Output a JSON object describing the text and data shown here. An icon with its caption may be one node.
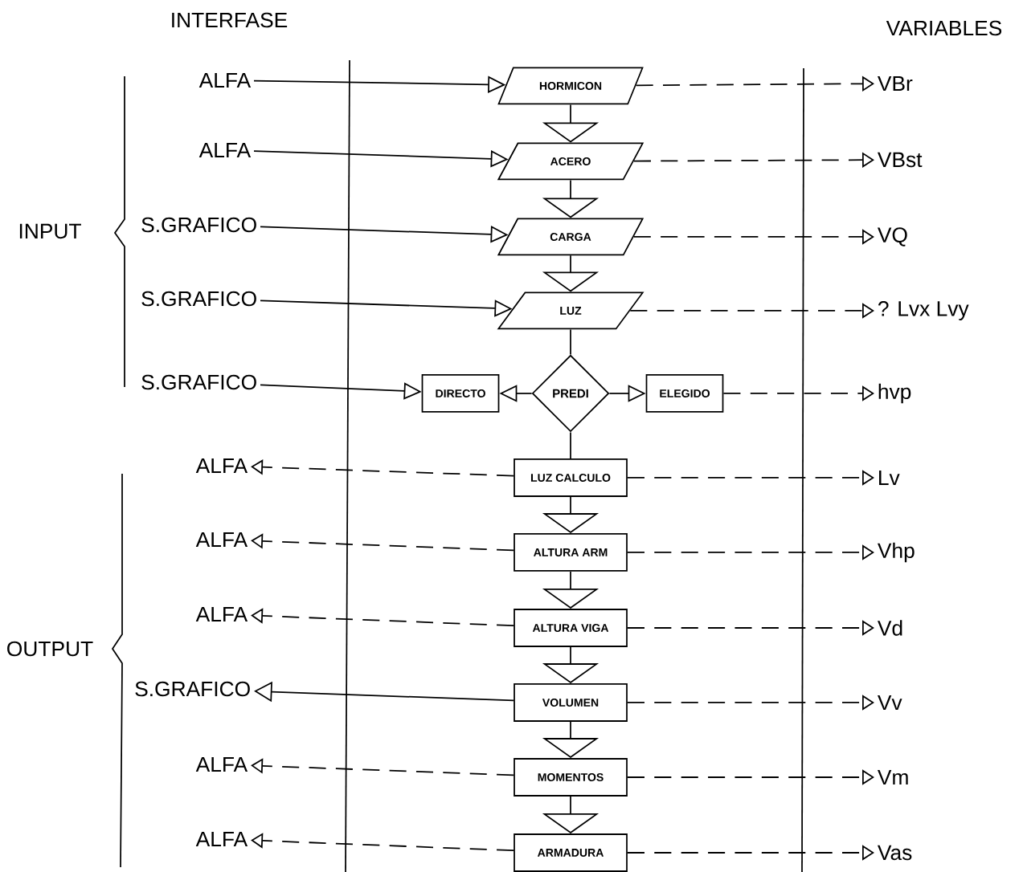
{
  "diagram": {
    "nodes": [
      {
        "text": [
          "HORMICON"
        ]
      },
      {
        "text": [
          "ACERO"
        ]
      },
      {
        "text": [
          "CARGA"
        ]
      },
      {
        "text": [
          "LUZ"
        ]
      },
      {
        "text": [
          "PREDI"
        ]
      },
      {
        "text": [
          "DIRECTO"
        ]
      },
      {
        "text": [
          "ELEGIDO"
        ]
      },
      {
        "text": [
          "LUZ CALCULO"
        ]
      },
      {
        "text": [
          "ALTURA ARM"
        ]
      },
      {
        "text": [
          "ALTURA VIGA"
        ]
      },
      {
        "text": [
          "VOLUMEN"
        ]
      },
      {
        "text": [
          "MOMENTOS"
        ]
      },
      {
        "text": [
          "ARMADURA"
        ]
      },
      {
        "text": [
          "ALFA"
        ]
      },
      {
        "text": [
          "ALFA"
        ]
      },
      {
        "text": [
          "S.GRAFICO"
        ]
      },
      {
        "text": [
          "S.GRAFICO"
        ]
      },
      {
        "text": [
          "S.GRAFICO"
        ]
      },
      {
        "text": [
          "ALFA"
        ]
      },
      {
        "text": [
          "ALFA"
        ]
      },
      {
        "text": [
          "ALFA"
        ]
      },
      {
        "text": [
          "S.GRAFICO"
        ]
      },
      {
        "text": [
          "ALFA"
        ]
      },
      {
        "text": [
          "ALFA"
        ]
      },
      {
        "text": [
          "VBr"
        ]
      },
      {
        "text": [
          "VBst"
        ]
      },
      {
        "text": [
          "VQ"
        ]
      },
      {
        "text": [
          "? Lvx Lvy"
        ]
      },
      {
        "text": [
          "hvp"
        ]
      },
      {
        "text": [
          "Lv"
        ]
      },
      {
        "text": [
          "Vhp"
        ]
      },
      {
        "text": [
          "Vd"
        ]
      },
      {
        "text": [
          "Vv"
        ]
      },
      {
        "text": [
          "Vm"
        ]
      },
      {
        "text": [
          "Vas"
        ]
      }
    ],
    "edges": [
      {
        "from": 13,
        "to": 0,
        "arrow": "to"
      },
      {
        "from": 14,
        "to": 1,
        "arrow": "to"
      },
      {
        "from": 15,
        "to": 2,
        "arrow": "to"
      },
      {
        "from": 16,
        "to": 3,
        "arrow": "to"
      },
      {
        "from": 17,
        "to": 5,
        "arrow": "to"
      },
      {
        "from": 0,
        "to": 1,
        "arrow": "to"
      },
      {
        "from": 1,
        "to": 2,
        "arrow": "to"
      },
      {
        "from": 2,
        "to": 3,
        "arrow": "to"
      },
      {
        "from": 3,
        "to": 4,
        "arrow": "none"
      },
      {
        "from": 4,
        "to": 5,
        "arrow": "to"
      },
      {
        "from": 4,
        "to": 6,
        "arrow": "to"
      },
      {
        "from": 4,
        "to": 7,
        "arrow": "none"
      },
      {
        "from": 7,
        "to": 8,
        "arrow": "to"
      },
      {
        "from": 8,
        "to": 9,
        "arrow": "to"
      },
      {
        "from": 9,
        "to": 10,
        "arrow": "to"
      },
      {
        "from": 10,
        "to": 11,
        "arrow": "to"
      },
      {
        "from": 11,
        "to": 12,
        "arrow": "to"
      },
      {
        "from": 0,
        "to": 24,
        "arrow": "to",
        "style": "dashed"
      },
      {
        "from": 1,
        "to": 25,
        "arrow": "to",
        "style": "dashed"
      },
      {
        "from": 2,
        "to": 26,
        "arrow": "to",
        "style": "dashed"
      },
      {
        "from": 3,
        "to": 27,
        "arrow": "to",
        "style": "dashed"
      },
      {
        "from": 6,
        "to": 28,
        "arrow": "to",
        "style": "dashed"
      },
      {
        "from": 7,
        "to": 29,
        "arrow": "to",
        "style": "dashed"
      },
      {
        "from": 8,
        "to": 30,
        "arrow": "to",
        "style": "dashed"
      },
      {
        "from": 9,
        "to": 31,
        "arrow": "to",
        "style": "dashed"
      },
      {
        "from": 10,
        "to": 32,
        "arrow": "to",
        "style": "dashed"
      },
      {
        "from": 11,
        "to": 33,
        "arrow": "to",
        "style": "dashed"
      },
      {
        "from": 12,
        "to": 34,
        "arrow": "to",
        "style": "dashed"
      },
      {
        "from": 7,
        "to": 18,
        "arrow": "to",
        "style": "dashed"
      },
      {
        "from": 8,
        "to": 19,
        "arrow": "to",
        "style": "dashed"
      },
      {
        "from": 9,
        "to": 20,
        "arrow": "to",
        "style": "dashed"
      },
      {
        "from": 10,
        "to": 21,
        "arrow": "to"
      },
      {
        "from": 11,
        "to": 22,
        "arrow": "to",
        "style": "dashed"
      },
      {
        "from": 12,
        "to": 23,
        "arrow": "to",
        "style": "dashed"
      }
    ],
    "labels": [
      "INTERFASE",
      "VARIABLES",
      "INPUT",
      "OUTPUT"
    ]
  }
}
